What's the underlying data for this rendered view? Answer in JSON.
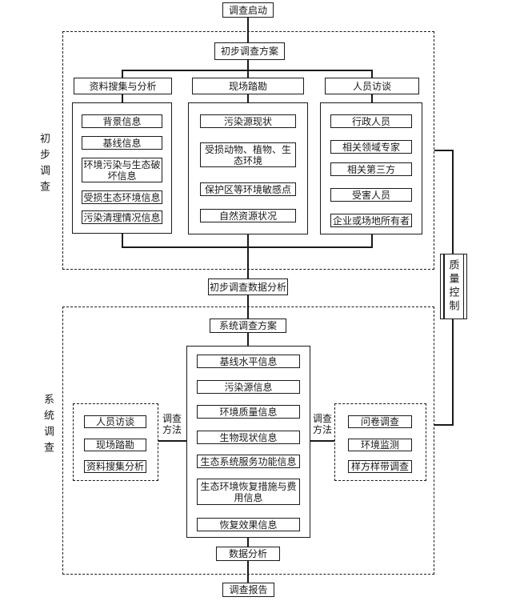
{
  "start": "调查启动",
  "report": "调查报告",
  "quality_control": "质量控制",
  "phase1": {
    "side_label": "初步调查",
    "plan": "初步调查方案",
    "columns": [
      {
        "header": "资料搜集与分析",
        "items": [
          "背景信息",
          "基线信息",
          "环境污染与生态破坏信息",
          "受损生态环境信息",
          "污染清理情况信息"
        ]
      },
      {
        "header": "现场踏勘",
        "items": [
          "污染源现状",
          "受损动物、植物、生态环境",
          "保护区等环境敏感点",
          "自然资源状况"
        ]
      },
      {
        "header": "人员访谈",
        "items": [
          "行政人员",
          "相关领域专家",
          "相关第三方",
          "受害人员",
          "企业或场地所有者"
        ]
      }
    ],
    "data_analysis": "初步调查数据分析"
  },
  "phase2": {
    "side_label": "系统调查",
    "plan": "系统调查方案",
    "center_items": [
      "基线水平信息",
      "污染源信息",
      "环境质量信息",
      "生物现状信息",
      "生态系统服务功能信息",
      "生态环境恢复措施与费用信息",
      "恢复效果信息"
    ],
    "left_methods": {
      "label": "调查方法",
      "items": [
        "人员访谈",
        "现场踏勘",
        "资料搜集分析"
      ]
    },
    "right_methods": {
      "label": "调查方法",
      "items": [
        "问卷调查",
        "环境监测",
        "样方样带调查"
      ]
    },
    "data_analysis": "数据分析"
  },
  "colors": {
    "line": "#1a1a1a",
    "background": "#ffffff"
  }
}
